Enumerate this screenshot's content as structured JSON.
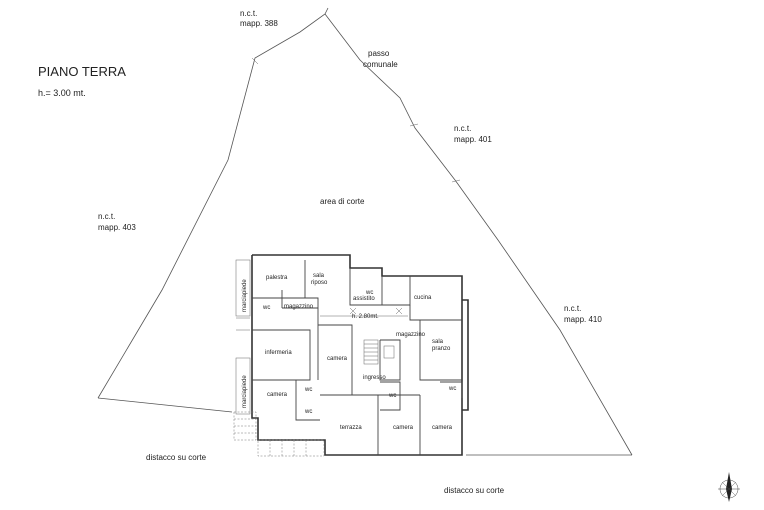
{
  "title": "PIANO TERRA",
  "height_note": "h.= 3.00 mt.",
  "labels": {
    "nct_388_a": "n.c.t.",
    "nct_388_b": "mapp. 388",
    "passo_a": "passo",
    "passo_b": "comunale",
    "nct_401_a": "n.c.t.",
    "nct_401_b": "mapp. 401",
    "area_corte": "area di corte",
    "nct_403_a": "n.c.t.",
    "nct_403_b": "mapp. 403",
    "nct_410_a": "n.c.t.",
    "nct_410_b": "mapp. 410",
    "distacco_left": "distacco su corte",
    "distacco_bottom": "distacco su corte"
  },
  "rooms": {
    "palestra": "palestra",
    "sala_riposo_a": "sala",
    "sala_riposo_b": "riposo",
    "wc_1": "wc",
    "magazzino_1": "magazzino",
    "wc_assistito_a": "wc",
    "wc_assistito_b": "assistito",
    "cucina": "cucina",
    "h_note": "h. 2.80mt.",
    "infermeria": "infermeria",
    "camera_center": "camera",
    "magazzino_2": "magazzino",
    "sala_pranzo_a": "sala",
    "sala_pranzo_b": "pranzo",
    "ingresso": "ingresso",
    "wc_2": "wc",
    "camera_left": "camera",
    "wc_3": "wc",
    "wc_4": "wc",
    "wc_5": "wc",
    "terrazza": "terrazza",
    "camera_mid": "camera",
    "camera_right": "camera",
    "marciapiede_top": "marciapiede",
    "marciapiede_bottom": "marciapiede"
  },
  "icons": {
    "north_arrow": "north-arrow-icon"
  }
}
